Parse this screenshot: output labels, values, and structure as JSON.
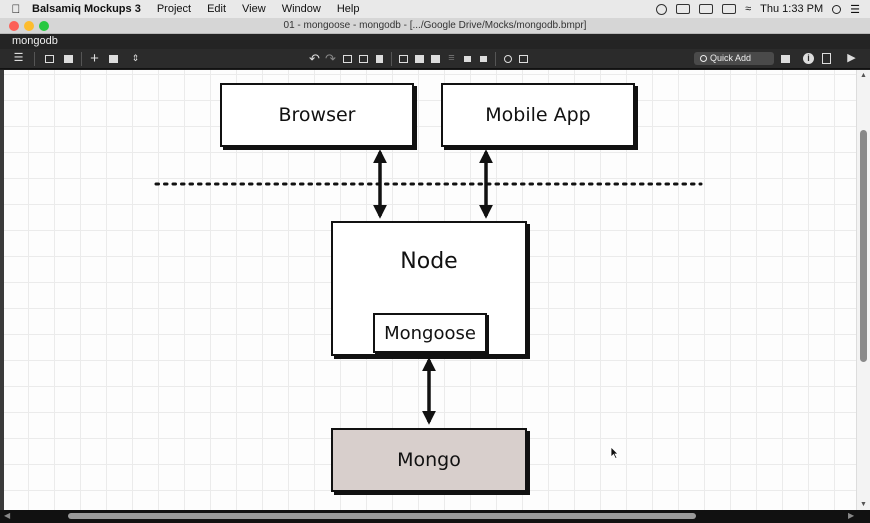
{
  "menubar": {
    "apple": "",
    "app_name": "Balsamiq Mockups 3",
    "items": [
      "Project",
      "Edit",
      "View",
      "Window",
      "Help"
    ],
    "clock": "Thu 1:33 PM"
  },
  "window": {
    "title": "01 - mongoose - mongodb - [.../Google Drive/Mocks/mongodb.bmpr]"
  },
  "project": {
    "name": "mongodb"
  },
  "toolbar": {
    "quick_add_placeholder": "Quick Add",
    "icons": [
      "menu-icon",
      "single-pane-icon",
      "grid-view-icon",
      "add-icon",
      "duplicate-icon",
      "arrange-icon",
      "undo-icon",
      "redo-icon",
      "copy-icon",
      "paste-icon",
      "delete-icon",
      "group-icon",
      "ungroup-icon",
      "bring-front-icon",
      "send-back-icon",
      "lock-icon",
      "unlock-icon",
      "search-icon",
      "symbol-icon",
      "inspector-icon",
      "info-icon",
      "notes-icon",
      "present-icon"
    ]
  },
  "diagram": {
    "browser": "Browser",
    "mobile_app": "Mobile App",
    "node": "Node",
    "mongoose": "Mongoose",
    "mongo": "Mongo",
    "mongo_fill": "#d8cfcc"
  },
  "colors": {
    "canvas_bg": "#fdfdfd",
    "grid": "#ebebeb",
    "stroke": "#111111"
  }
}
